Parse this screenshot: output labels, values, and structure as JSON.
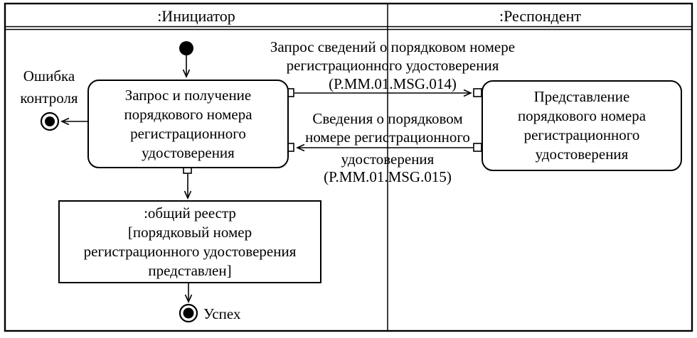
{
  "diagram": {
    "lanes": [
      {
        "title": ":Инициатор"
      },
      {
        "title": ":Респондент"
      }
    ],
    "nodes": {
      "activity_request": {
        "lines": [
          "Запрос и получение",
          "порядкового номера",
          "регистрационного",
          "удостоверения"
        ]
      },
      "activity_present": {
        "lines": [
          "Представление",
          "порядкового номера",
          "регистрационного",
          "удостоверения"
        ]
      },
      "object_registry": {
        "lines": [
          ":общий реестр",
          "[порядковый номер",
          "регистрационного удостоверения",
          "представлен]"
        ]
      },
      "error_final": {
        "label_lines": [
          "Ошибка",
          "контроля"
        ]
      },
      "success_final": {
        "label": "Успех"
      }
    },
    "messages": {
      "request": {
        "lines": [
          "Запрос сведений о порядковом номере",
          "регистрационного удостоверения",
          "(P.MM.01.MSG.014)"
        ]
      },
      "response": {
        "lines_above": [
          "Сведения о порядковом",
          "номере регистрационного"
        ],
        "lines_below": [
          "удостоверения",
          "(P.MM.01.MSG.015)"
        ]
      }
    },
    "colors": {
      "line": "#000000",
      "background": "#ffffff"
    }
  }
}
